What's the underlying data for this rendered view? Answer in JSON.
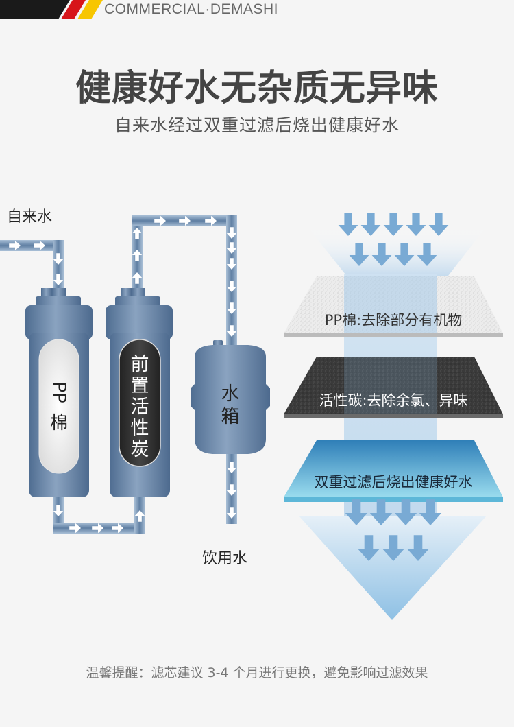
{
  "header": {
    "brand": "COMMERCIAL·DEMASHI",
    "stripe_colors": {
      "black": "#1a1a1a",
      "red": "#d7151a",
      "yellow": "#f7c600"
    }
  },
  "title": "健康好水无杂质无异味",
  "subtitle": "自来水经过双重过滤后烧出健康好水",
  "flow": {
    "input_label": "自来水",
    "output_label": "饮用水",
    "filters": [
      {
        "name": "pp-cotton",
        "label_line1": "PP",
        "label_line2": "棉"
      },
      {
        "name": "pre-carbon",
        "chars": [
          "前",
          "置",
          "活",
          "性",
          "炭"
        ]
      }
    ],
    "tank": {
      "chars": [
        "水",
        "箱"
      ]
    },
    "arrow_icon": "arrow-icon"
  },
  "layers": [
    {
      "name": "pp-layer",
      "text": "PP棉:去除部分有机物"
    },
    {
      "name": "carbon-layer",
      "text": "活性碳:去除余氯、异味"
    },
    {
      "name": "result-layer",
      "text": "双重过滤后烧出健康好水"
    }
  ],
  "colors": {
    "pipe": "#7d98b5",
    "cylinder": "#5f7ea0",
    "arrow_blue": "#79aad4",
    "carbon": "#333333",
    "result_top": "#3a8cc0",
    "result_bottom": "#9fdcef"
  },
  "footer": "温馨提醒：滤芯建议 3-4 个月进行更换，避免影响过滤效果"
}
